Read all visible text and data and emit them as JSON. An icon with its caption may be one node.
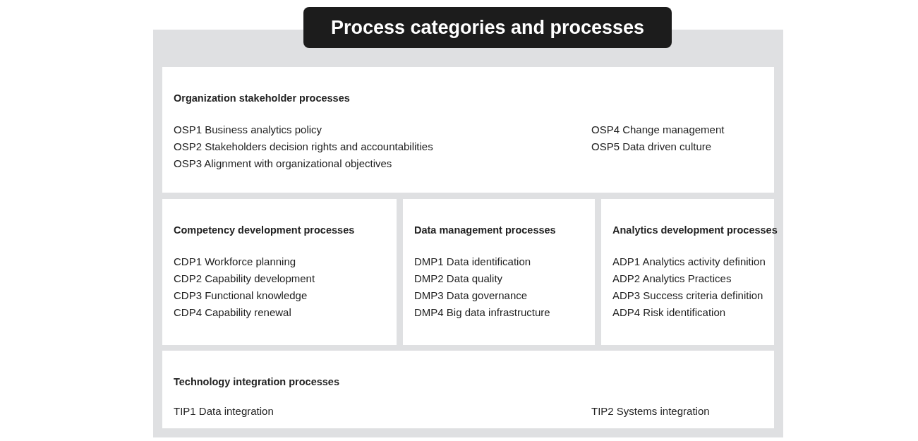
{
  "diagram": {
    "nodes": [
      {
        "text": [
          "Process categories and processes"
        ]
      },
      {
        "text": [
          "Organization stakeholder processes",
          "OSP1 Business analytics policy",
          "OSP2 Stakeholders decision rights and accountabilities",
          "OSP3 Alignment with organizational objectives",
          "OSP4 Change management",
          "OSP5 Data driven culture"
        ],
        "in": 0
      },
      {
        "text": [
          "Competency development processes",
          "CDP1 Workforce planning",
          "CDP2 Capability development",
          "CDP3 Functional knowledge",
          "CDP4 Capability renewal"
        ],
        "in": 0
      },
      {
        "text": [
          "Data management processes",
          "DMP1 Data identification",
          "DMP2 Data quality",
          "DMP3 Data governance",
          "DMP4 Big data infrastructure"
        ],
        "in": 0
      },
      {
        "text": [
          "Analytics development processes",
          "ADP1 Analytics activity definition",
          "ADP2 Analytics Practices",
          "ADP3 Success criteria definition",
          "ADP4 Risk identification"
        ],
        "in": 0
      },
      {
        "text": [
          "Technology integration processes",
          "TIP1 Data integration",
          "TIP2 Systems integration"
        ],
        "in": 0
      }
    ],
    "edges": []
  }
}
